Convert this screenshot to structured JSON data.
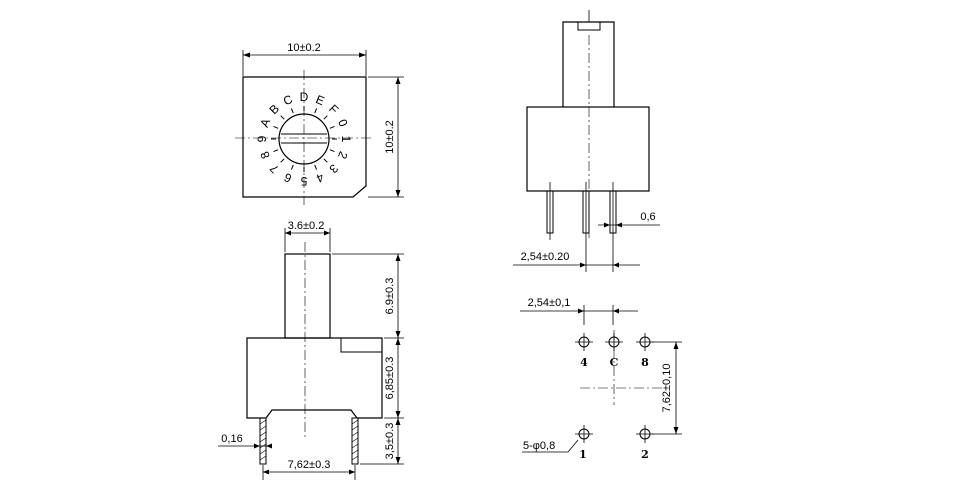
{
  "top_view": {
    "width_label": "10±0.2",
    "height_label": "10±0.2",
    "dial_labels": [
      "0",
      "1",
      "2",
      "3",
      "4",
      "5",
      "6",
      "7",
      "8",
      "9",
      "A",
      "B",
      "C",
      "D",
      "E",
      "F"
    ]
  },
  "front_view": {
    "shaft_width_label": "3.6±0.2",
    "shaft_height_label": "6.9±0.3",
    "body_height_label": "6,85±0.3",
    "lead_length_label": "3,5±0.3",
    "lead_thickness_label": "0,16",
    "lead_span_label": "7,62±0.3"
  },
  "side_view": {
    "pin_width_label": "0,6",
    "pin_pitch_label": "2,54±0.20"
  },
  "footprint": {
    "pitch_label": "2,54±0,1",
    "row_spacing_label": "7,62±0,10",
    "hole_label": "5-φ0,8",
    "pins": [
      "4",
      "C",
      "8",
      "1",
      "2"
    ]
  }
}
